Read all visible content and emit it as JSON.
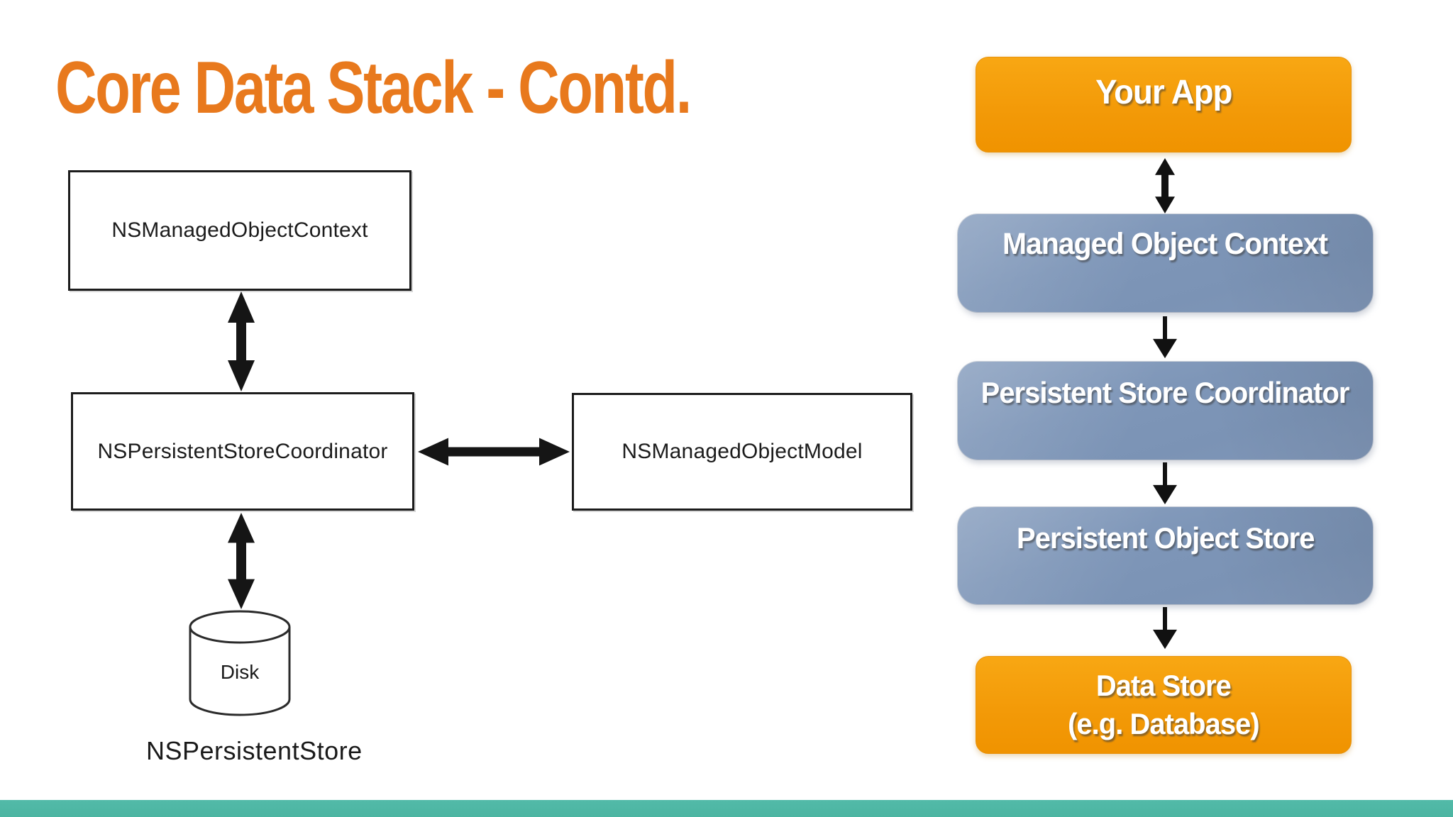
{
  "title": {
    "text": "Core Data Stack - Contd."
  },
  "left_diagram": {
    "context_box": "NSManagedObjectContext",
    "coordinator_box": "NSPersistentStoreCoordinator",
    "model_box": "NSManagedObjectModel",
    "disk_label": "Disk",
    "persistent_store_label": "NSPersistentStore"
  },
  "right_diagram": {
    "your_app": "Your App",
    "managed_object_context": "Managed Object Context",
    "persistent_store_coordinator": "Persistent Store Coordinator",
    "persistent_object_store": "Persistent Object Store",
    "data_store_line1": "Data Store",
    "data_store_line2": "(e.g. Database)"
  },
  "colors": {
    "title_orange": "#E8791D",
    "node_orange": "#F59B0E",
    "node_blue": "#7D94B6",
    "footer_teal": "#4CB5A2",
    "diagram_line": "#1C1C1C"
  }
}
